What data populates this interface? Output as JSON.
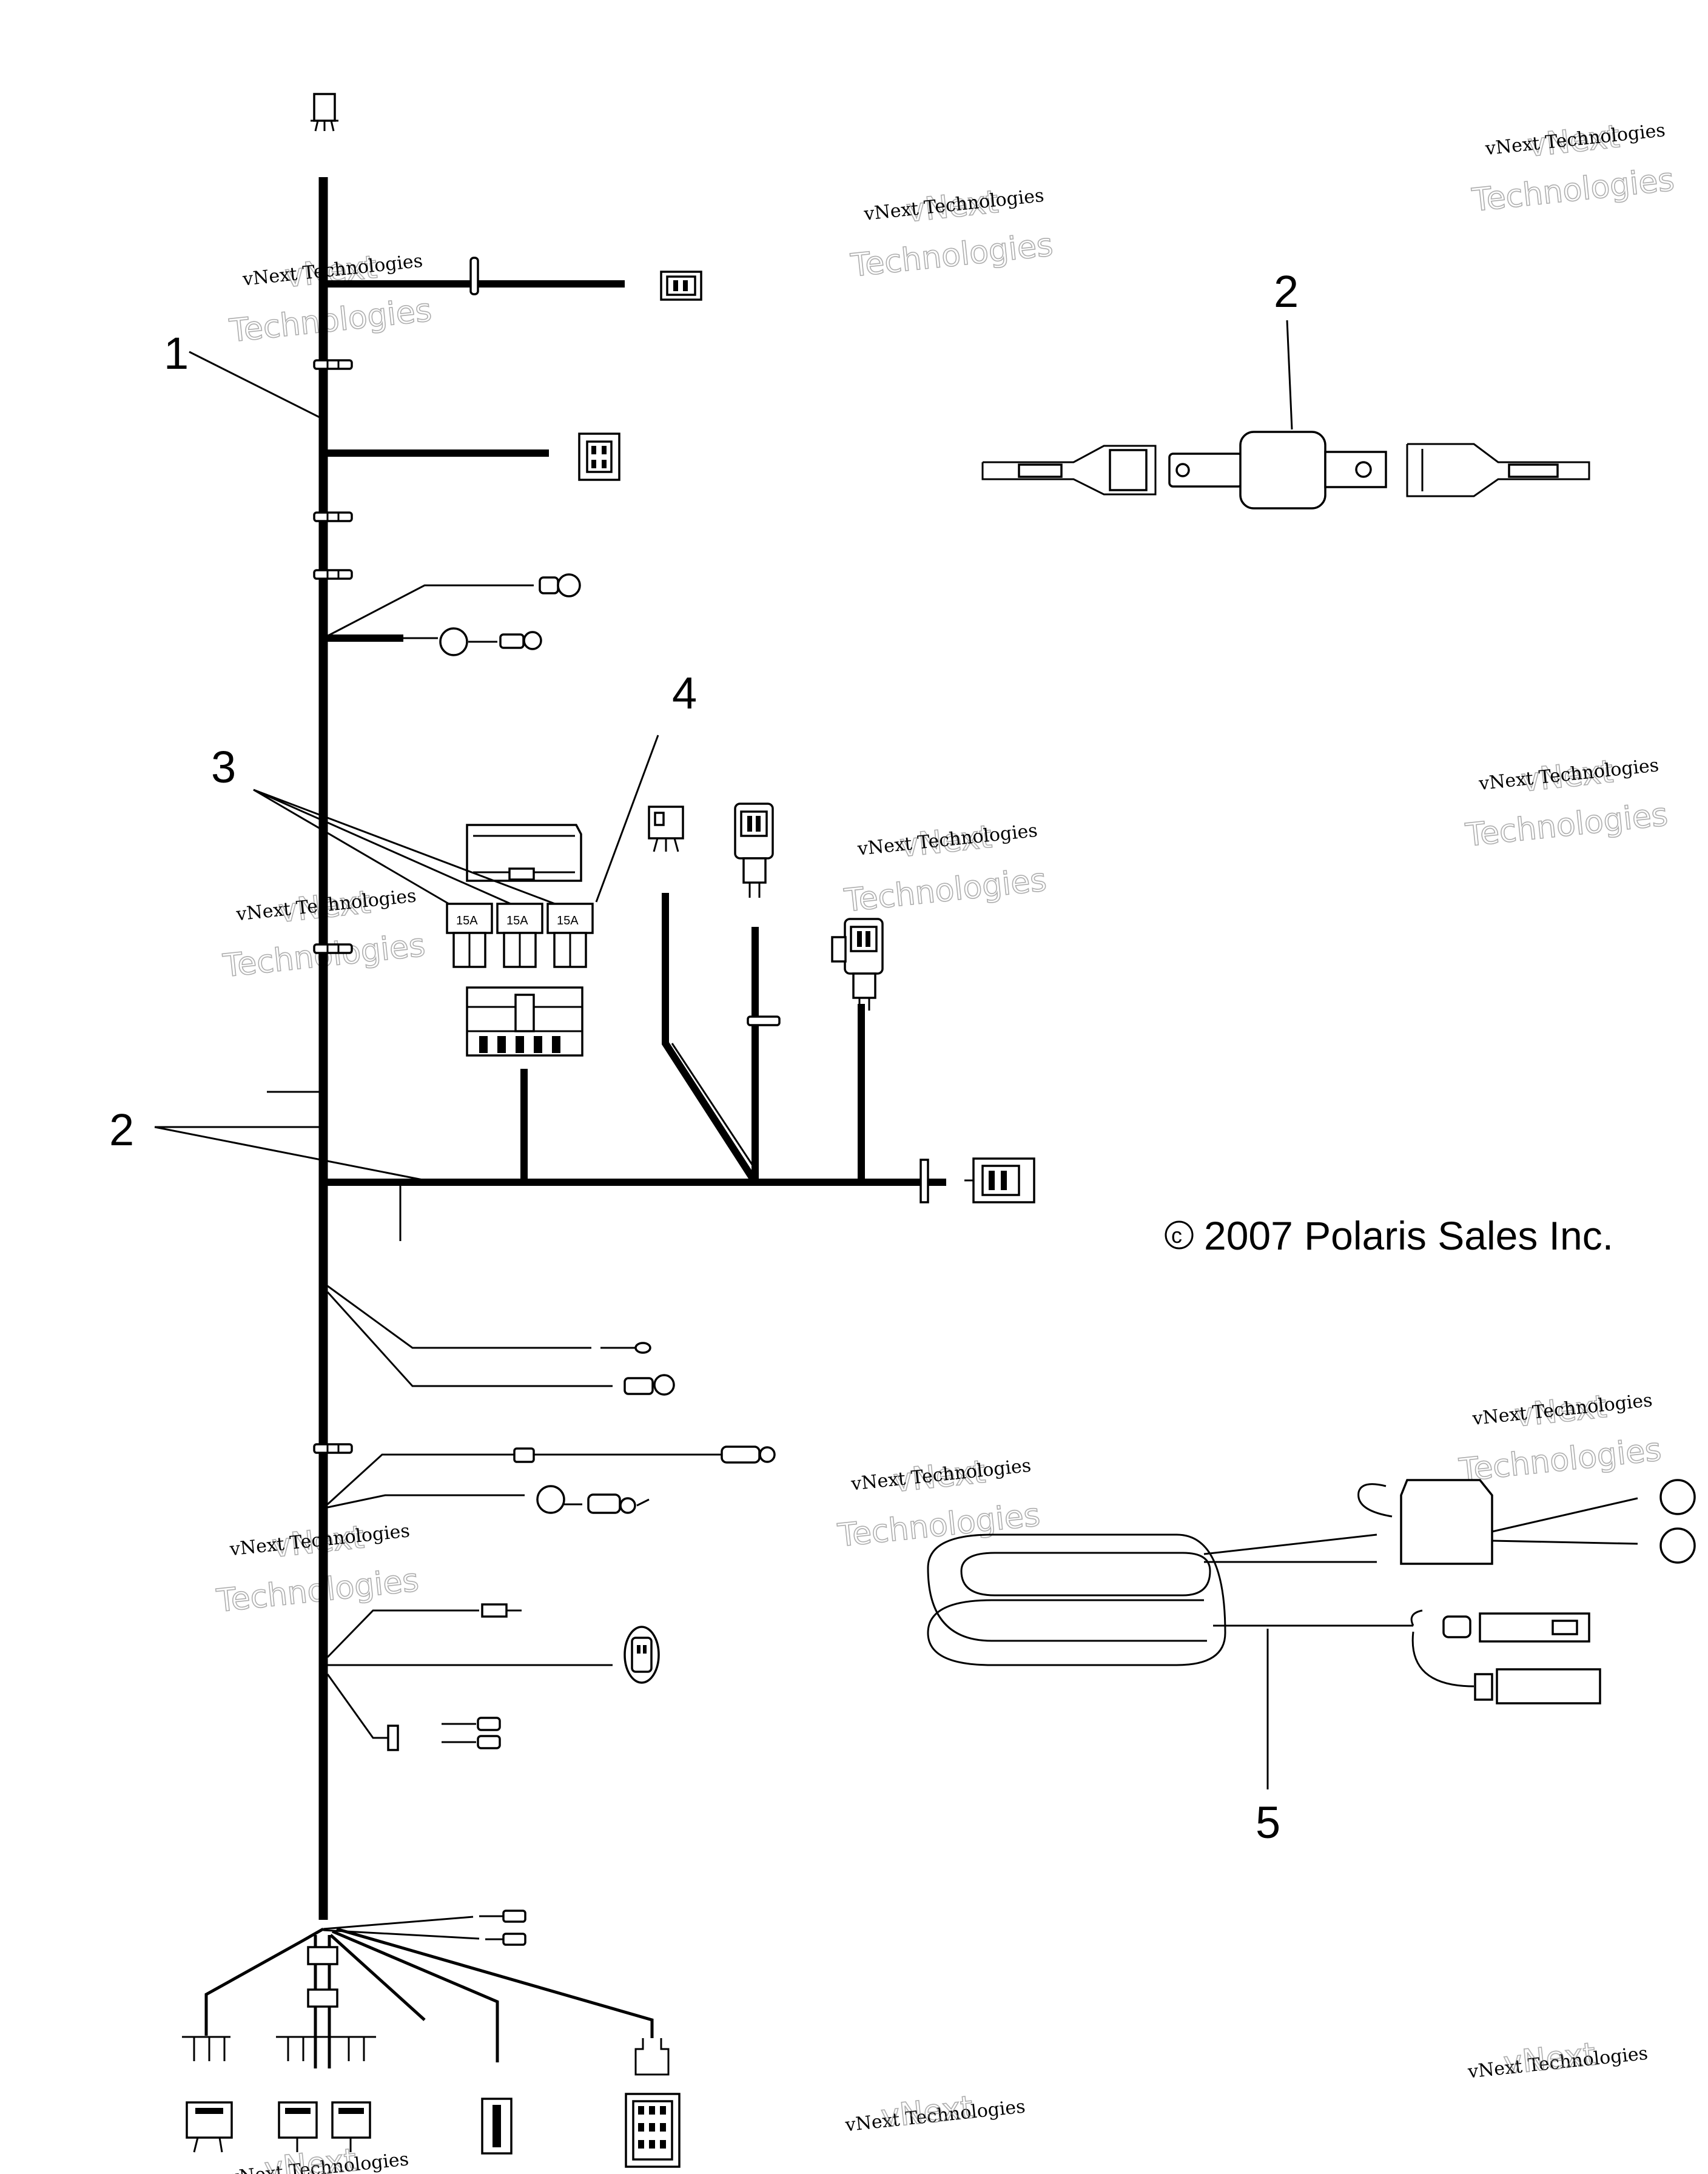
{
  "diagram": {
    "callouts": [
      {
        "id": "callout-1",
        "text": "1"
      },
      {
        "id": "callout-2-top",
        "text": "2"
      },
      {
        "id": "callout-2-left",
        "text": "2"
      },
      {
        "id": "callout-3",
        "text": "3"
      },
      {
        "id": "callout-4",
        "text": "4"
      },
      {
        "id": "callout-5",
        "text": "5"
      }
    ],
    "copyright": "2007 Polaris Sales Inc.",
    "copyright_symbol": "c",
    "fuse_label": "15A",
    "watermark": {
      "line1": "vNext Technologies",
      "line2": "Technologies",
      "line3": "vNext"
    }
  }
}
